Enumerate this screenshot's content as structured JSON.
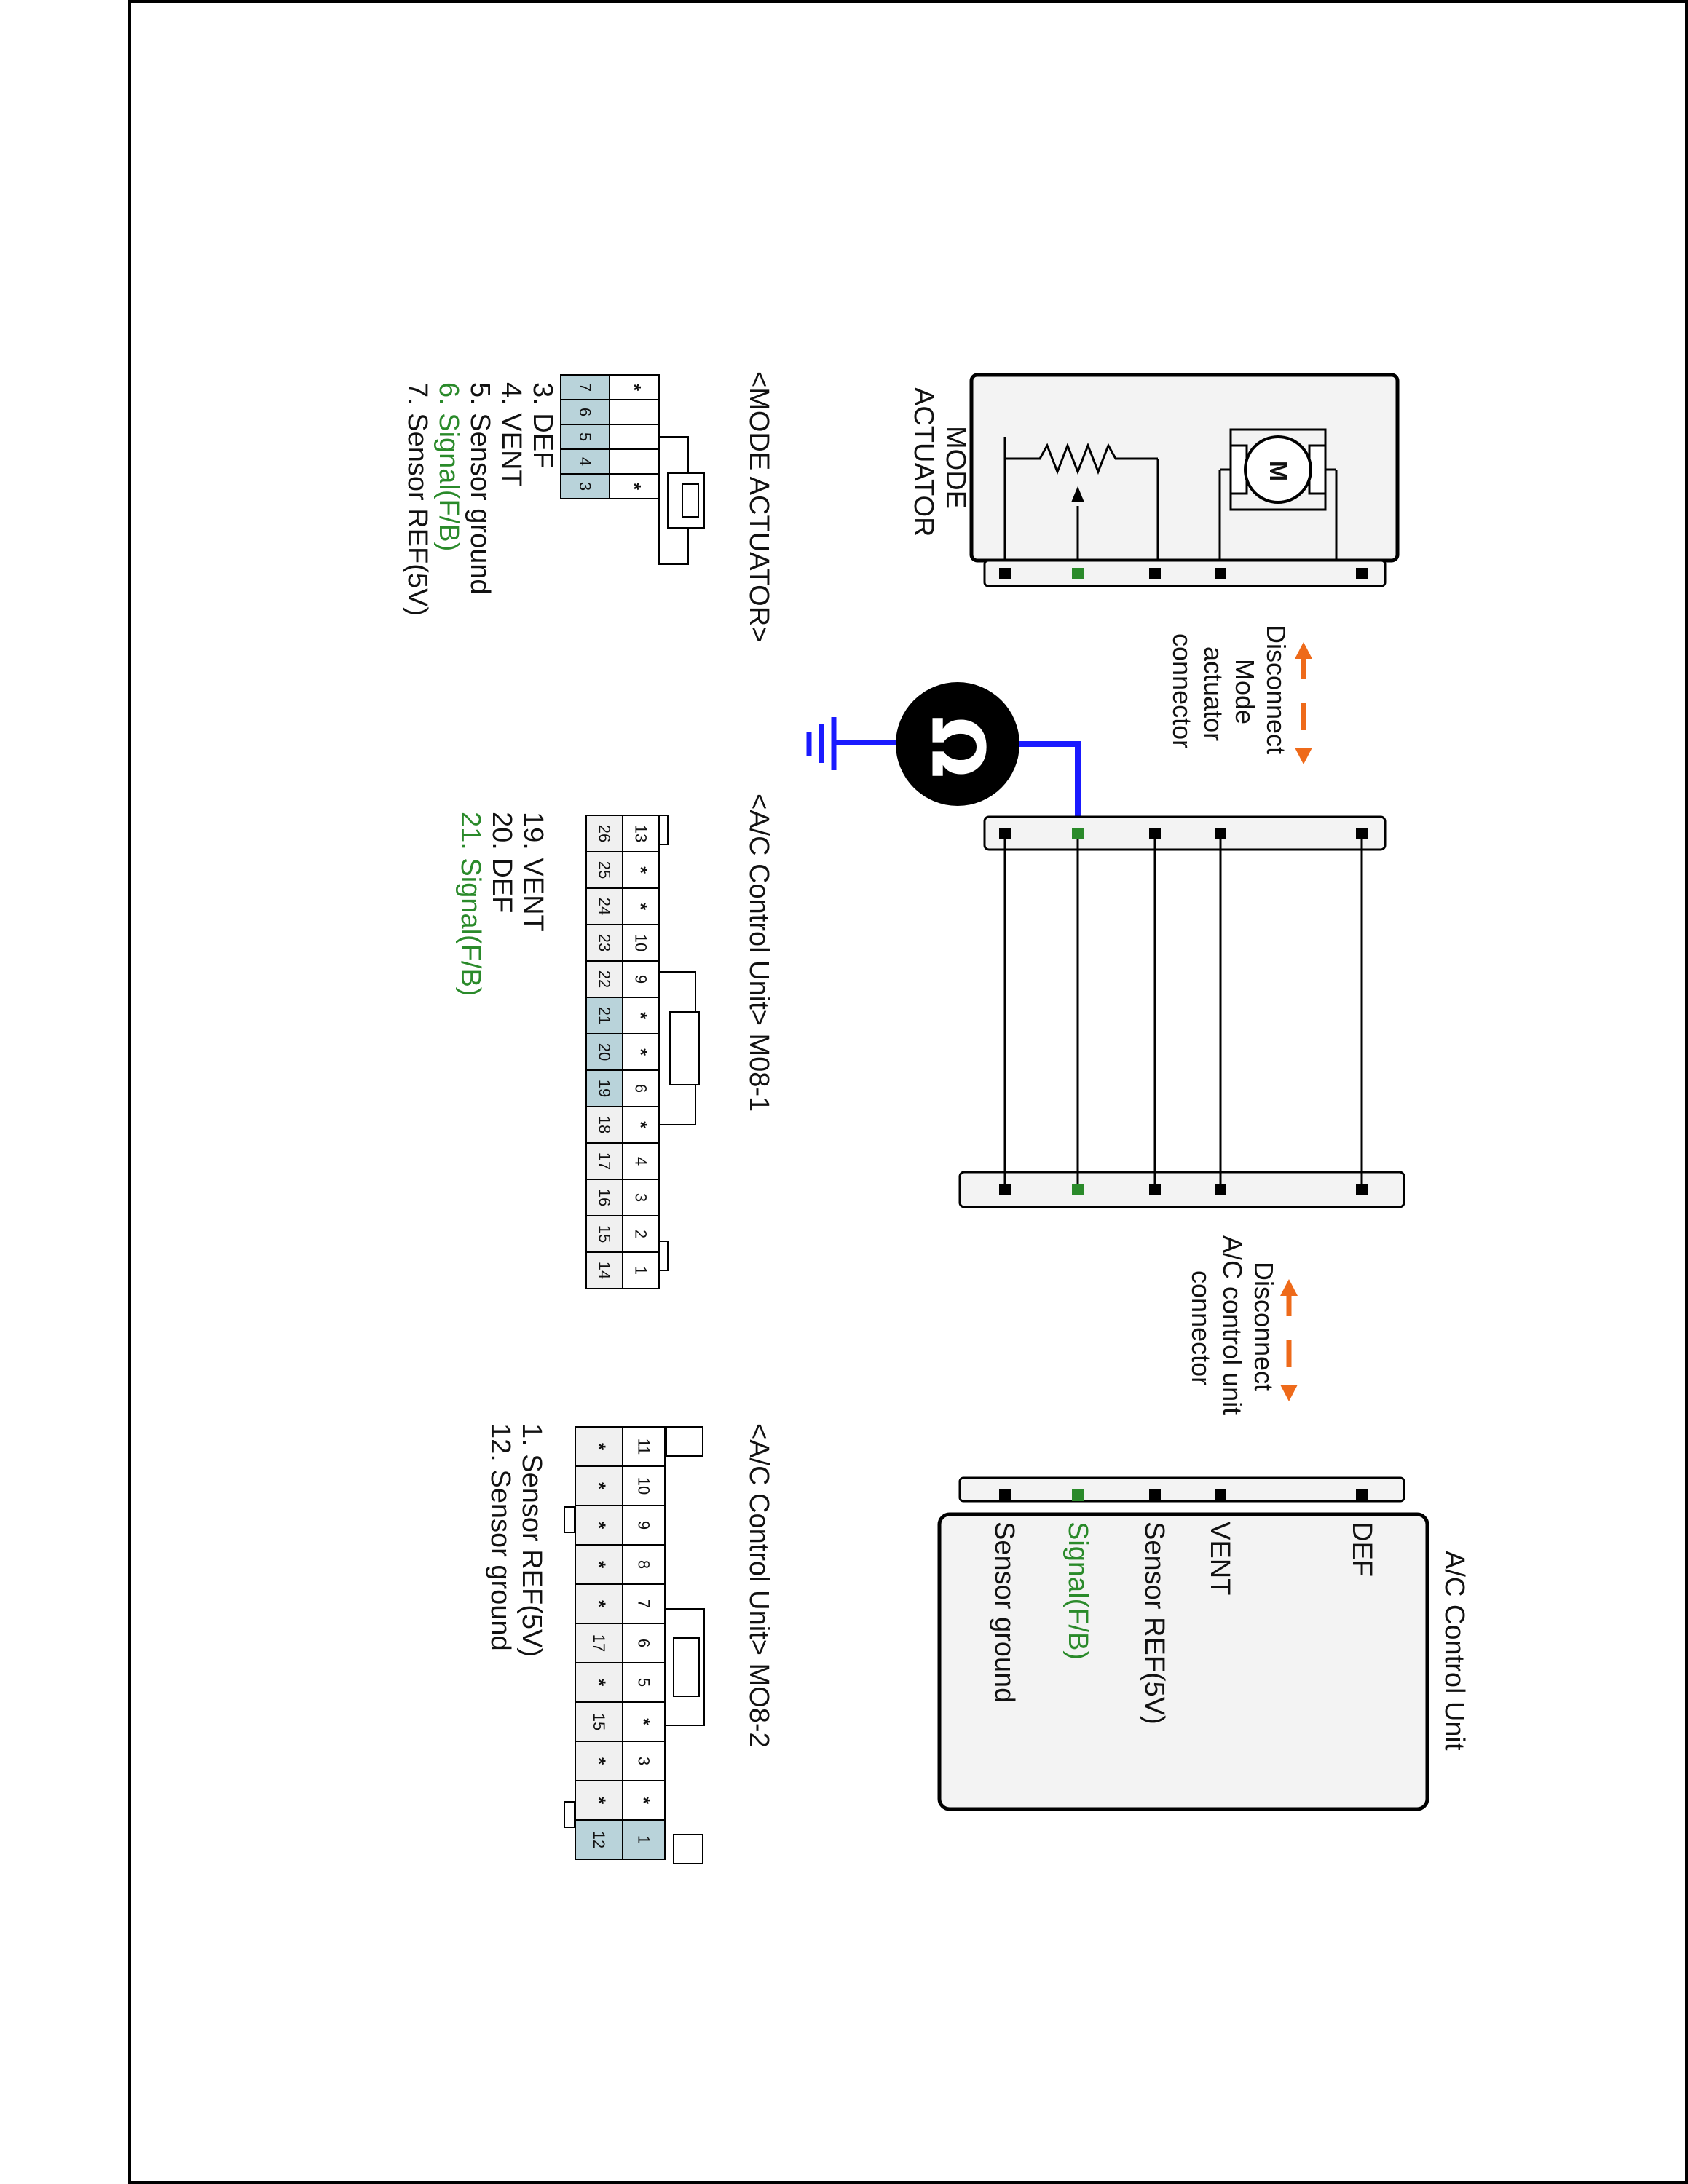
{
  "mode_actuator": {
    "title_line1": "MODE",
    "title_line2": "ACTUATOR",
    "motor_label": "M"
  },
  "disconnect_mode": {
    "line1": "Disconnect",
    "line2": "Mode",
    "line3": "actuator",
    "line4": "connector"
  },
  "disconnect_ac": {
    "line1": "Disconnect",
    "line2": "A/C control unit",
    "line3": "connector"
  },
  "ac_unit": {
    "title": "A/C Control Unit",
    "pins": [
      "DEF",
      "VENT",
      "Sensor REF(5V)",
      "Signal(F/B)",
      "Sensor ground"
    ]
  },
  "meter_symbol": "Ω",
  "connector_mode": {
    "title": "<MODE ACTUATOR>",
    "top_row": [
      "*",
      "",
      "",
      "",
      "*"
    ],
    "bottom_row": [
      "7",
      "6",
      "5",
      "4",
      "3"
    ],
    "legend": [
      "3. DEF",
      "4. VENT",
      "5. Sensor ground",
      "6. Signal(F/B)",
      "7. Sensor REF(5V)"
    ]
  },
  "connector_m081": {
    "title": "<A/C Control Unit> M08-1",
    "top_row": [
      "13",
      "*",
      "*",
      "10",
      "9",
      "*",
      "*",
      "6",
      "*",
      "4",
      "3",
      "2",
      "1"
    ],
    "bottom_row": [
      "26",
      "25",
      "24",
      "23",
      "22",
      "21",
      "20",
      "19",
      "18",
      "17",
      "16",
      "15",
      "14"
    ],
    "legend": [
      "19. VENT",
      "20. DEF",
      "21. Signal(F/B)"
    ]
  },
  "connector_m082": {
    "title": "<A/C Control Unit> MO8-2",
    "top_row": [
      "11",
      "10",
      "9",
      "8",
      "7",
      "6",
      "5",
      "*",
      "3",
      "*",
      "1"
    ],
    "bottom_row": [
      "*",
      "*",
      "*",
      "*",
      "*",
      "17",
      "*",
      "15",
      "*",
      "*",
      "12"
    ],
    "legend": [
      "1. Sensor REF(5V)",
      "12. Sensor ground"
    ]
  },
  "colors": {
    "signal_green": "#2a8a2a",
    "ground_wire": "#1a1aff",
    "arrow_orange": "#ee6a1a",
    "highlight_cell": "#b9d3da",
    "panel_fill": "#f3f3f3"
  }
}
